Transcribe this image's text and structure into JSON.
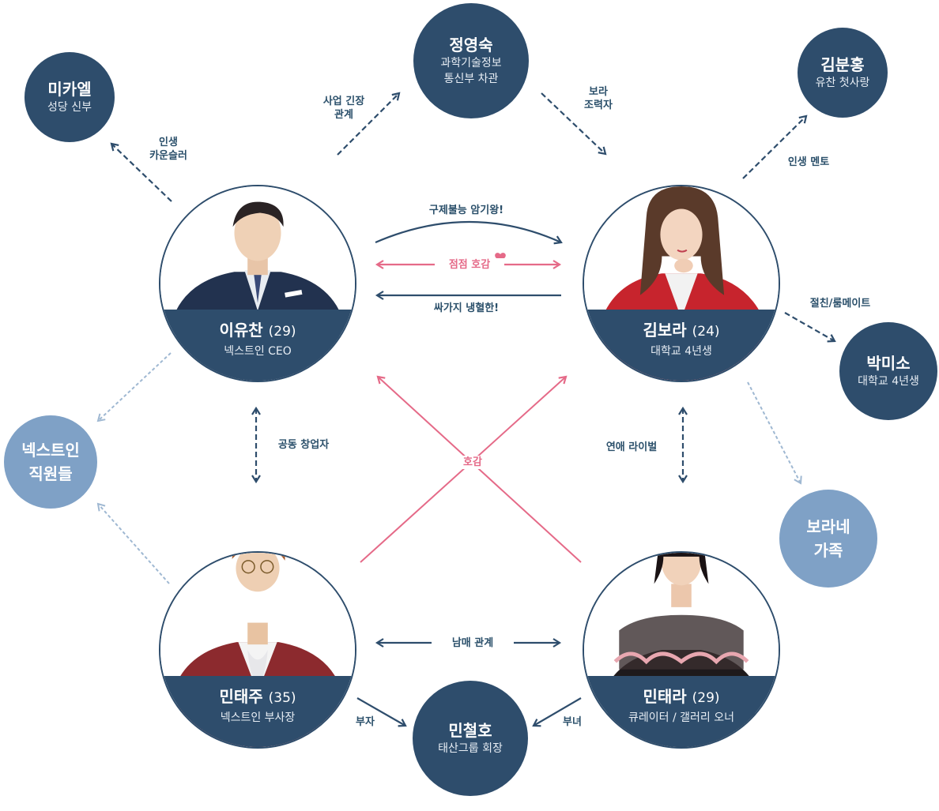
{
  "people": {
    "leechan": {
      "name": "이유찬",
      "age": "(29)",
      "desc": "넥스트인 CEO"
    },
    "bora": {
      "name": "김보라",
      "age": "(24)",
      "desc": "대학교 4년생"
    },
    "taeju": {
      "name": "민태주",
      "age": "(35)",
      "desc": "넥스트인 부사장"
    },
    "taera": {
      "name": "민태라",
      "age": "(29)",
      "desc": "큐레이터 / 갤러리 오너"
    }
  },
  "nodes": {
    "michael": {
      "name": "미카엘",
      "desc": "성당 신부"
    },
    "jeong": {
      "name": "정영숙",
      "desc1": "과학기술정보",
      "desc2": "통신부 차관"
    },
    "bunhong": {
      "name": "김분홍",
      "desc": "유찬 첫사랑"
    },
    "misso": {
      "name": "박미소",
      "desc": "대학교 4년생"
    },
    "staff": {
      "name1": "넥스트인",
      "name2": "직원들"
    },
    "family": {
      "name1": "보라네",
      "name2": "가족"
    },
    "cheolho": {
      "name": "민철호",
      "desc": "태산그룹 회장"
    }
  },
  "labels": {
    "life_counselor1": "인생",
    "life_counselor2": "카운슬러",
    "business1": "사업 긴장",
    "business2": "관계",
    "helper1": "보라",
    "helper2": "조력자",
    "mentor": "인생 멘토",
    "roommate": "절친/룸메이트",
    "memory_king": "구제불능 암기왕!",
    "crush_growing": "점점 호감",
    "cold": "싸가지 냉혈한!",
    "cofounder": "공동 창업자",
    "love_rival": "연애 라이벌",
    "liking": "호감",
    "siblings": "남매 관계",
    "father_son": "부자",
    "father_daughter": "부녀"
  },
  "colors": {
    "dark": "#2e4d6c",
    "light": "#7fa1c6",
    "pink": "#e56a88",
    "line": "#2e4d6c",
    "faint": "#9fb8d2"
  }
}
